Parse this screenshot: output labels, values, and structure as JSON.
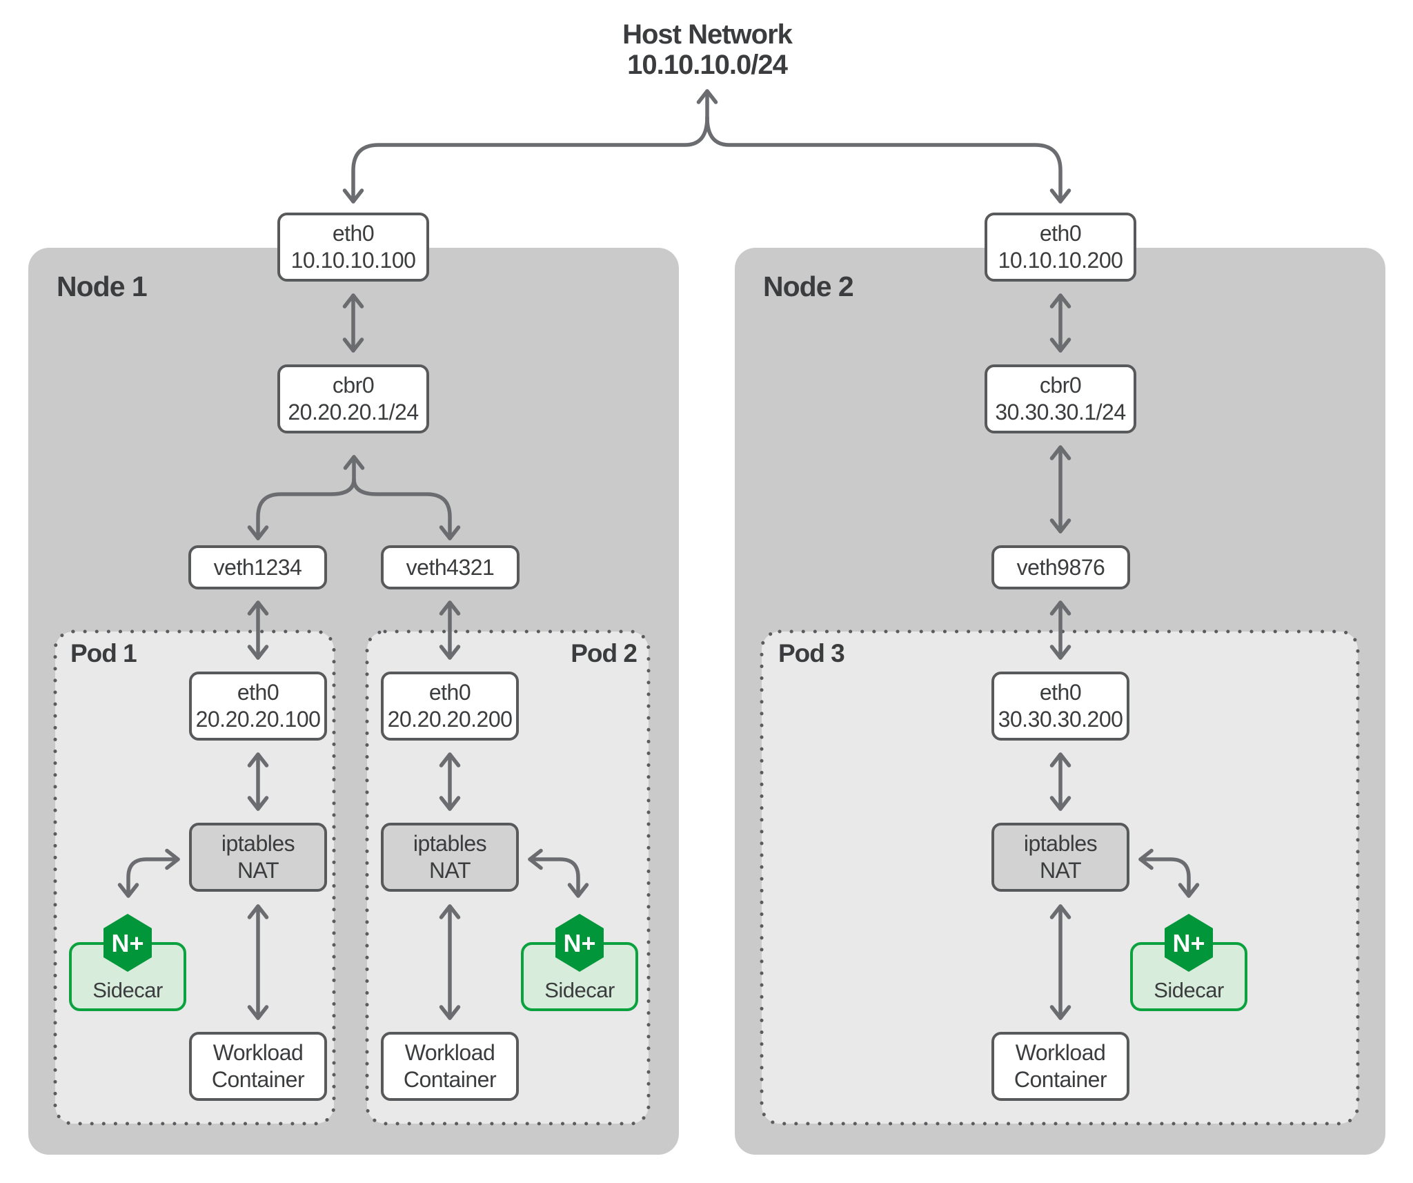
{
  "host": {
    "title": "Host Network",
    "cidr": "10.10.10.0/24"
  },
  "node1": {
    "label": "Node 1",
    "eth0": {
      "name": "eth0",
      "ip": "10.10.10.100"
    },
    "bridge": {
      "name": "cbr0",
      "cidr": "20.20.20.1/24"
    },
    "veth1": "veth1234",
    "veth2": "veth4321"
  },
  "node2": {
    "label": "Node 2",
    "eth0": {
      "name": "eth0",
      "ip": "10.10.10.200"
    },
    "bridge": {
      "name": "cbr0",
      "cidr": "30.30.30.1/24"
    },
    "veth": "veth9876"
  },
  "pod1": {
    "label": "Pod 1",
    "eth0": {
      "name": "eth0",
      "ip": "20.20.20.100"
    },
    "nat": {
      "line1": "iptables",
      "line2": "NAT"
    },
    "sidecar": {
      "label": "Sidecar",
      "icon": "nginx-plus-icon",
      "icon_text": "N+"
    },
    "workload": {
      "line1": "Workload",
      "line2": "Container"
    }
  },
  "pod2": {
    "label": "Pod 2",
    "eth0": {
      "name": "eth0",
      "ip": "20.20.20.200"
    },
    "nat": {
      "line1": "iptables",
      "line2": "NAT"
    },
    "sidecar": {
      "label": "Sidecar",
      "icon": "nginx-plus-icon",
      "icon_text": "N+"
    },
    "workload": {
      "line1": "Workload",
      "line2": "Container"
    }
  },
  "pod3": {
    "label": "Pod 3",
    "eth0": {
      "name": "eth0",
      "ip": "30.30.30.200"
    },
    "nat": {
      "line1": "iptables",
      "line2": "NAT"
    },
    "sidecar": {
      "label": "Sidecar",
      "icon": "nginx-plus-icon",
      "icon_text": "N+"
    },
    "workload": {
      "line1": "Workload",
      "line2": "Container"
    }
  },
  "colors": {
    "background": "#ffffff",
    "node_fill": "#cacaca",
    "pod_fill": "#e9e9e9",
    "box_fill": "#ffffff",
    "box_border": "#58595b",
    "nat_fill": "#d2d2d2",
    "arrow": "#6b6c6f",
    "text": "#3b3c3e",
    "nginx_green": "#009639",
    "sidecar_border": "#0aa13e",
    "sidecar_fill": "#d8ecdb"
  }
}
